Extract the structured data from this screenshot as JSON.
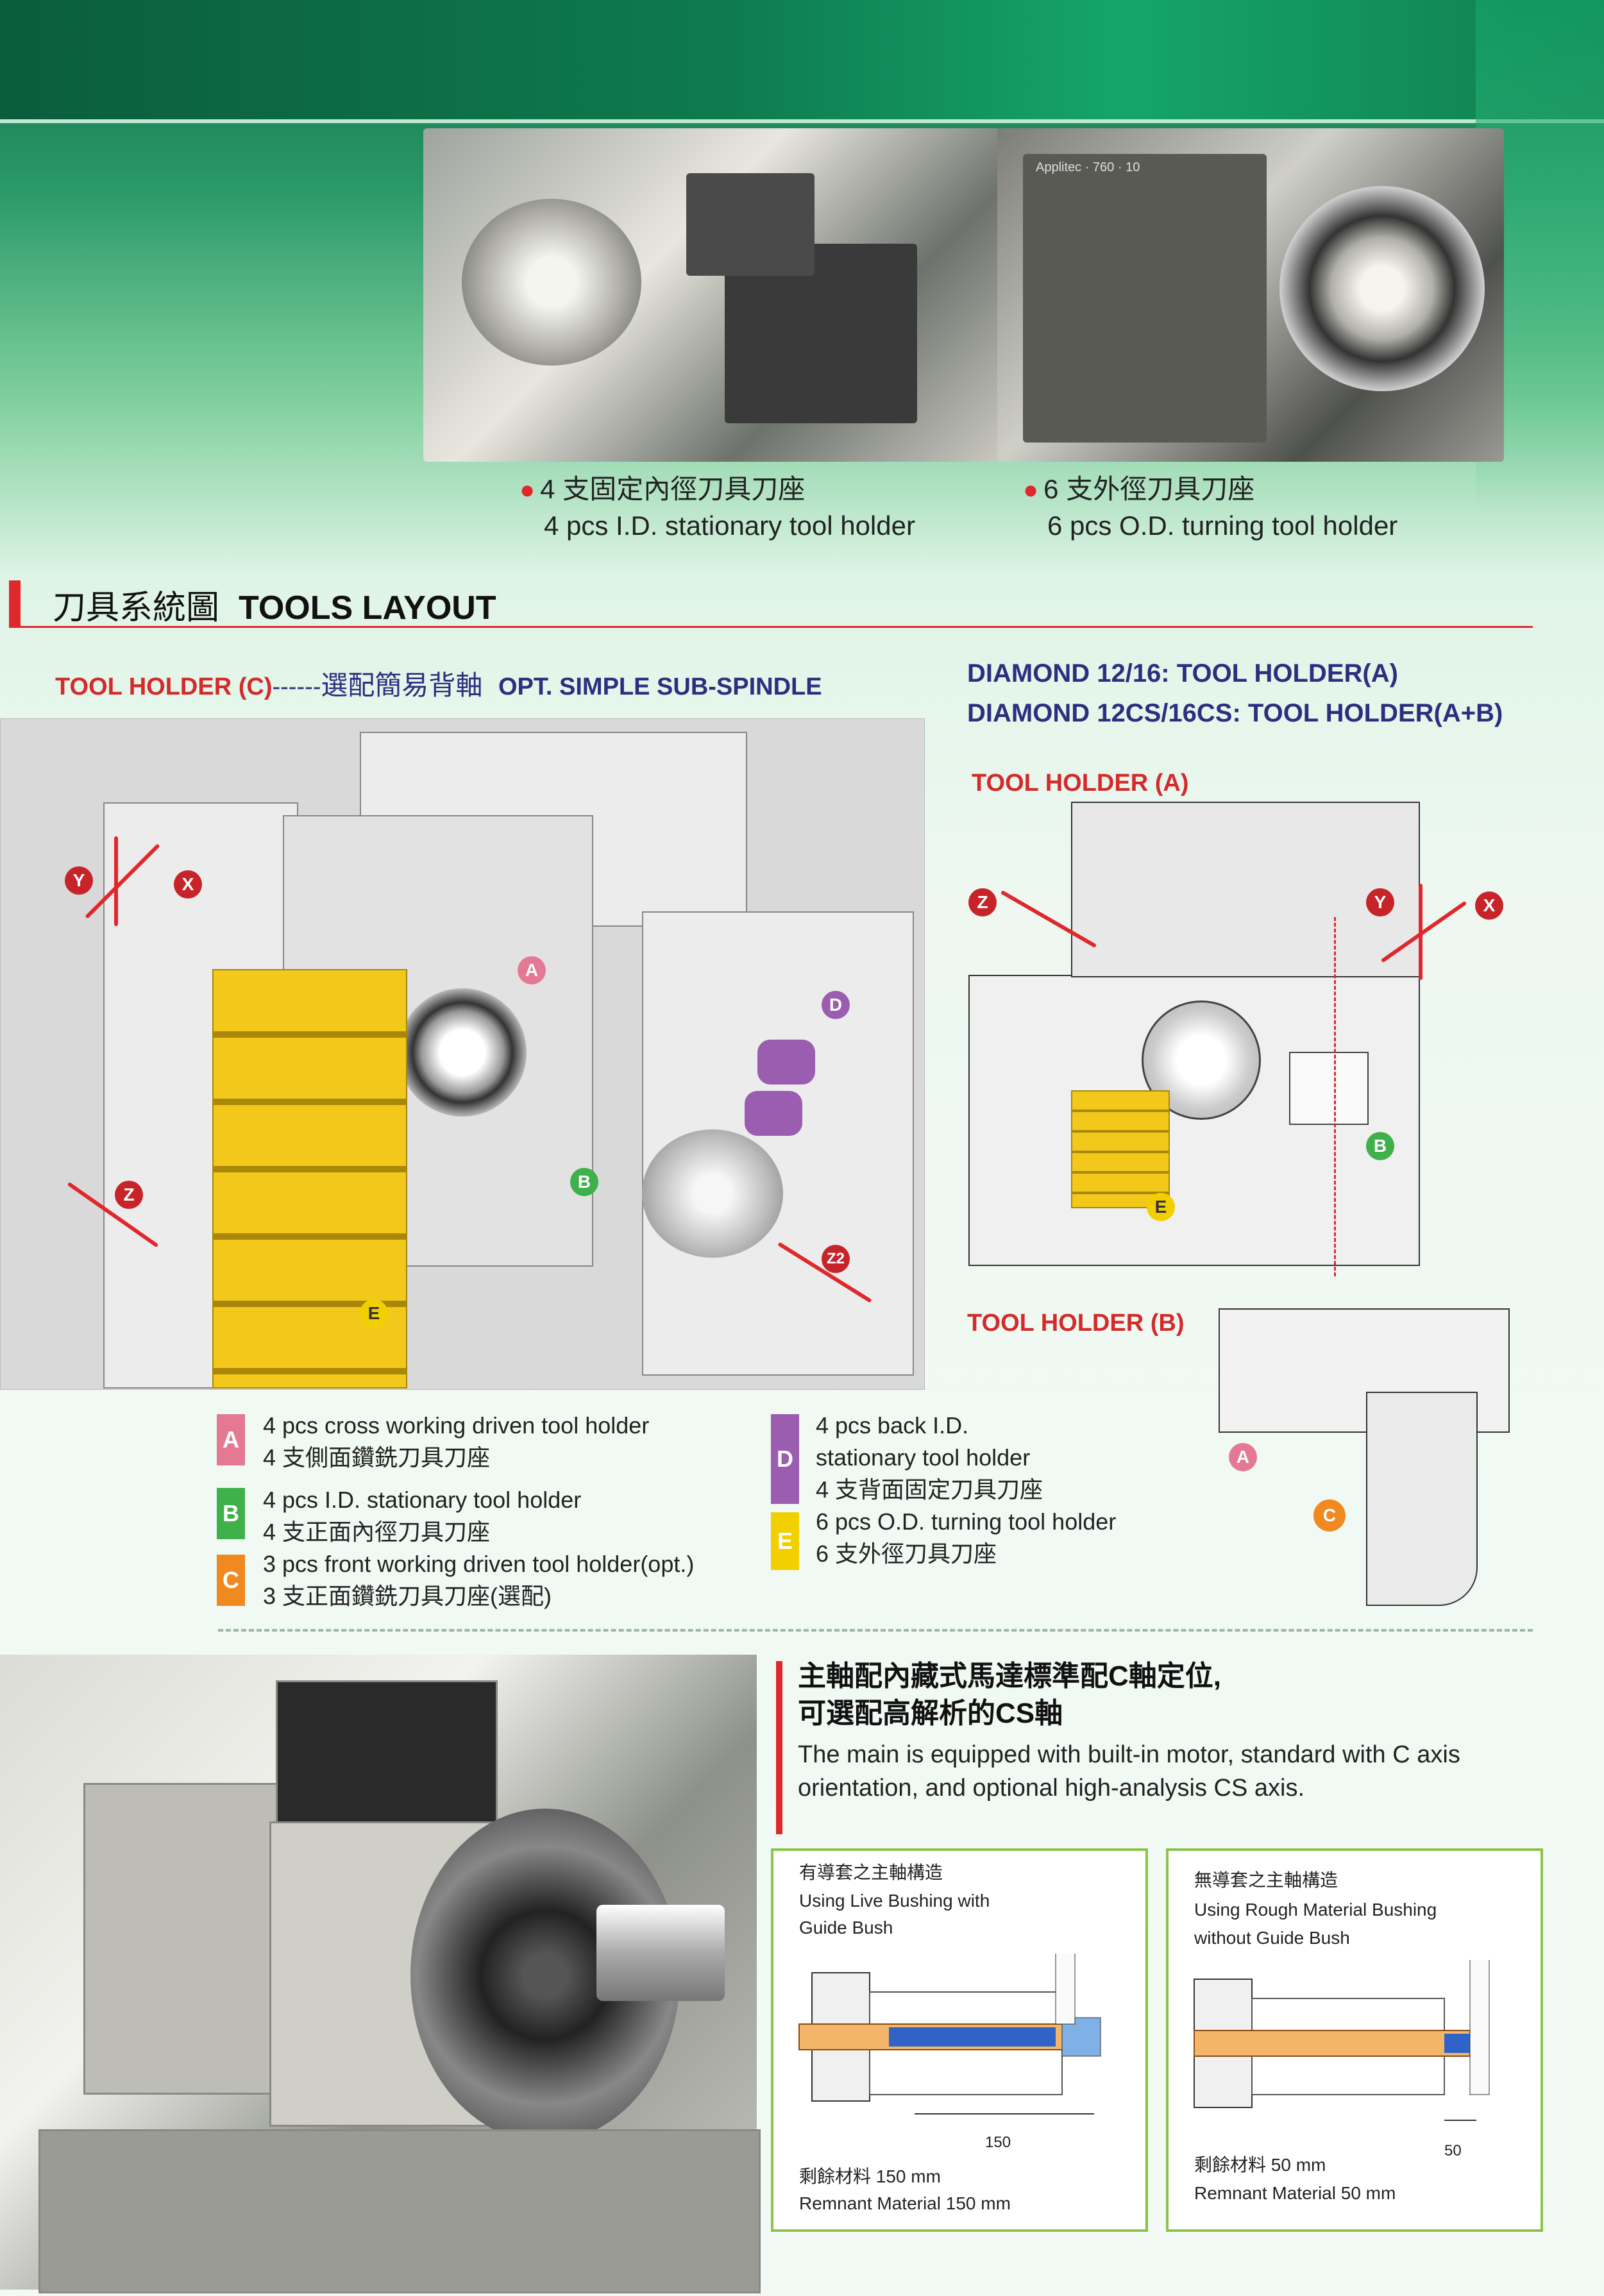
{
  "top_photos": {
    "left_caption": {
      "zh": "4 支固定內徑刀具刀座",
      "en": "4 pcs I.D. stationary tool holder"
    },
    "right_caption": {
      "zh": "6 支外徑刀具刀座",
      "en": "6 pcs O.D. turning tool holder"
    },
    "plate_text": "Applitec · 760 · 10"
  },
  "section": {
    "title_zh": "刀具系統圖",
    "title_en": "TOOLS LAYOUT"
  },
  "left_diagram": {
    "header_red": "TOOL HOLDER (C)",
    "header_dashes": "------",
    "header_zh": "選配簡易背軸",
    "header_en": "OPT. SIMPLE SUB-SPINDLE",
    "axes": {
      "y": "Y",
      "x": "X",
      "z": "Z",
      "z2": "Z2"
    },
    "badges": {
      "a": "A",
      "b": "B",
      "d": "D",
      "e": "E"
    }
  },
  "right_diagram": {
    "line1": "DIAMOND 12/16: TOOL HOLDER(A)",
    "line2": "DIAMOND 12CS/16CS: TOOL HOLDER(A+B)",
    "holder_a": "TOOL HOLDER (A)",
    "holder_b": "TOOL HOLDER (B)",
    "axes": {
      "z": "Z",
      "y": "Y",
      "x": "X"
    },
    "badges": {
      "b": "B",
      "e": "E",
      "a": "A",
      "c": "C"
    }
  },
  "legend": {
    "a": {
      "key": "A",
      "en": "4 pcs cross working driven tool holder",
      "zh": "4 支側面鑽銑刀具刀座"
    },
    "b": {
      "key": "B",
      "en": "4 pcs I.D. stationary tool holder",
      "zh": "4 支正面內徑刀具刀座"
    },
    "c": {
      "key": "C",
      "en": "3 pcs front working driven tool holder",
      "opt": "(opt.)",
      "zh": "3 支正面鑽銑刀具刀座(選配)"
    },
    "d": {
      "key": "D",
      "en1": "4 pcs back I.D.",
      "en2": "stationary tool holder",
      "zh": "4 支背面固定刀具刀座"
    },
    "e": {
      "key": "E",
      "en": "6 pcs O.D. turning tool holder",
      "zh": "6 支外徑刀具刀座"
    }
  },
  "spindle": {
    "heading_line1": "主軸配內藏式馬達標準配C軸定位,",
    "heading_line2": "可選配高解析的CS軸",
    "para": "The main is equipped with built-in motor, standard with C axis orientation, and optional high-analysis CS axis.",
    "box1": {
      "zh": "有導套之主軸構造",
      "en1": "Using Live Bushing with",
      "en2": "Guide Bush",
      "dim": "150",
      "rem_zh": "剩餘材料  150 mm",
      "rem_en": "Remnant Material 150 mm"
    },
    "box2": {
      "zh": "無導套之主軸構造",
      "en1": "Using Rough Material Bushing",
      "en2": "without Guide Bush",
      "dim": "50",
      "rem_zh": "剩餘材料  50 mm",
      "rem_en": "Remnant Material 50 mm"
    }
  },
  "colors": {
    "accent_red": "#e0282c",
    "title_blue": "#2a3080",
    "box_green": "#8bc34a"
  }
}
